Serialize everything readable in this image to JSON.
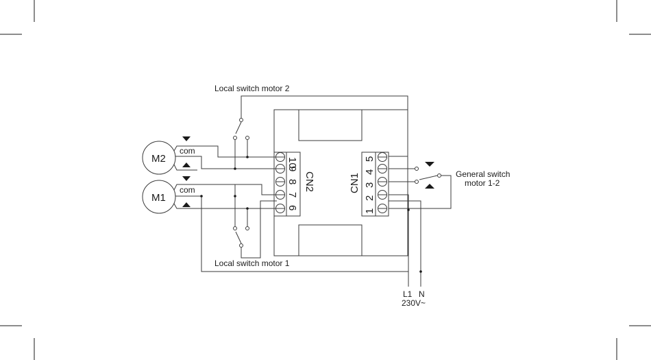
{
  "labels": {
    "local_switch_m2": "Local switch motor 2",
    "local_switch_m1": "Local switch motor 1",
    "general_switch_line1": "General switch",
    "general_switch_line2": "motor 1-2",
    "motor2": "M2",
    "motor1": "M1",
    "com2": "com",
    "com1": "com",
    "connector_left": "CN2",
    "connector_right": "CN1",
    "supply_l1": "L1",
    "supply_n": "N",
    "supply_voltage": "230V~"
  },
  "cn2_terminals": [
    "10",
    "9",
    "8",
    "7",
    "6"
  ],
  "cn1_terminals": [
    "5",
    "4",
    "3",
    "2",
    "1"
  ],
  "icons": {
    "down_arrow": "triangle-down-icon",
    "up_arrow": "triangle-up-icon",
    "screw": "screw-terminal-icon",
    "switch_contact": "open-contact-icon"
  },
  "colors": {
    "line": "#3a3a3a",
    "text": "#1a1a1a",
    "background": "#ffffff"
  }
}
